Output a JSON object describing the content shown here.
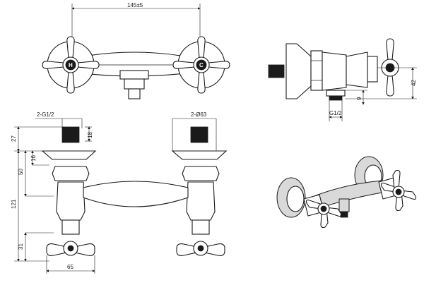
{
  "dims": {
    "top_width": "145±5",
    "bottom_left_thread": "2-G1/2",
    "bottom_right_flange": "2-Ø63",
    "thread_len": "18",
    "d27": "27",
    "d16": "16",
    "d50": "50",
    "d121": "121",
    "d31": "31",
    "d65": "65",
    "side_42": "42",
    "side_9": "9",
    "side_thread": "G1/2"
  },
  "handles": {
    "hot": "H",
    "cold": "C"
  }
}
